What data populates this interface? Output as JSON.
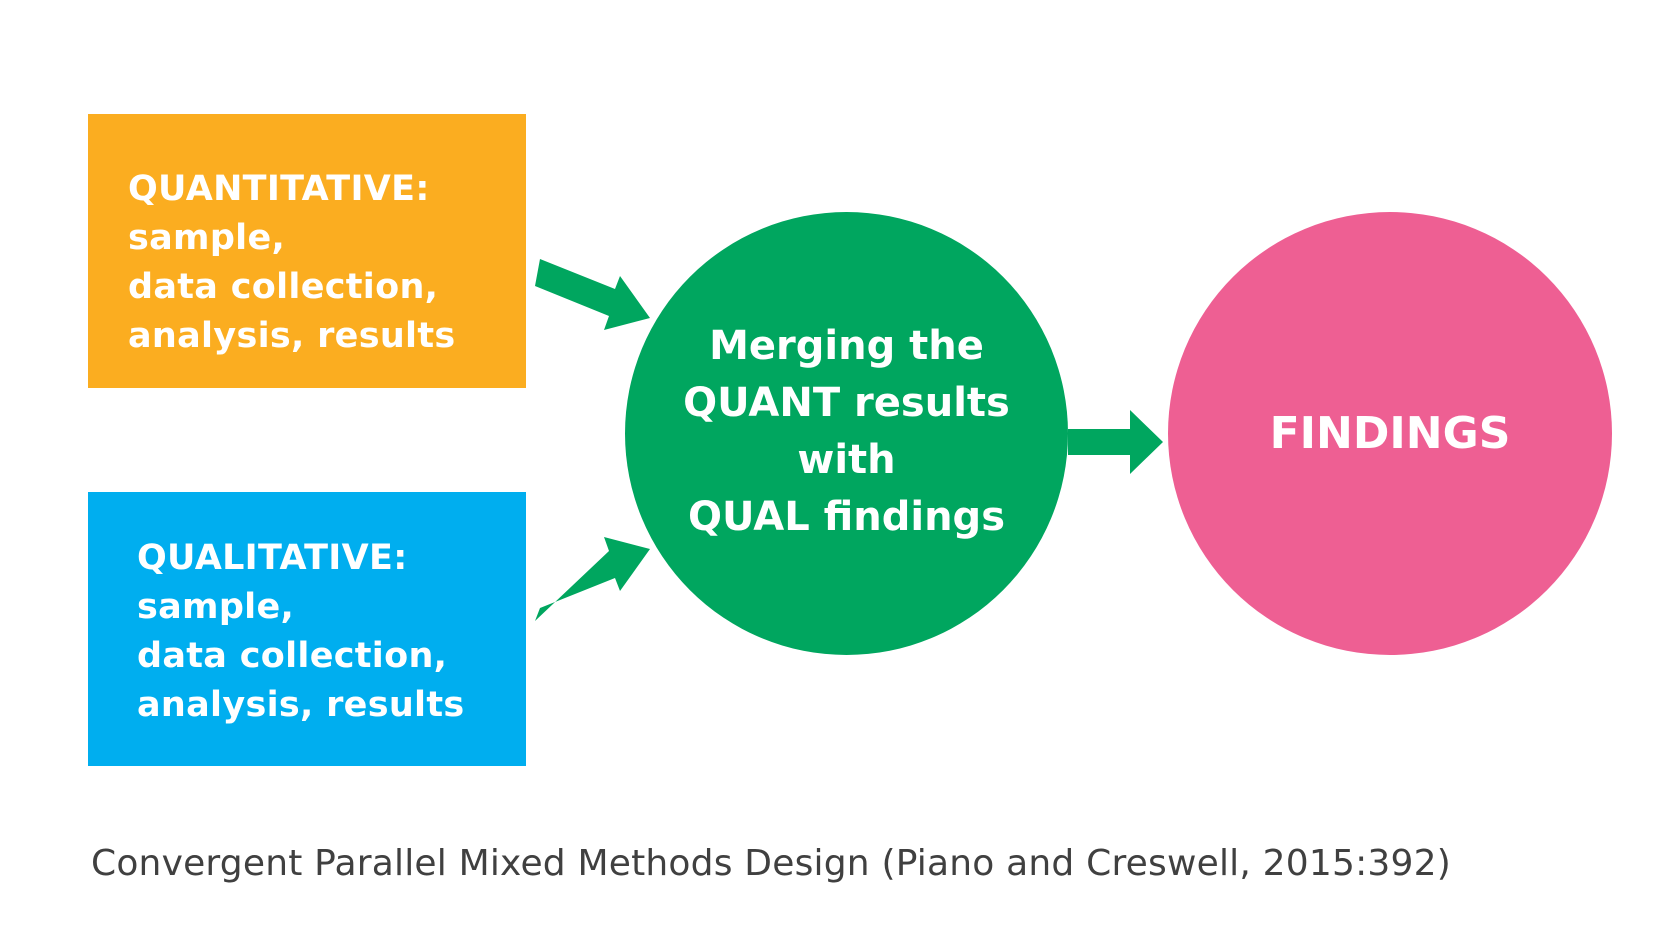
{
  "colors": {
    "quantitative_box": "#FBAD20",
    "qualitative_box": "#00AEEF",
    "merge_circle": "#00A65F",
    "findings_circle": "#EE5F93",
    "arrow": "#00A65F",
    "caption_text": "#404040"
  },
  "quantitative": {
    "title": "QUANTITATIVE:",
    "lines": [
      "sample,",
      "data collection,",
      "analysis, results"
    ]
  },
  "qualitative": {
    "title": "QUALITATIVE:",
    "lines": [
      "sample,",
      "data collection,",
      "analysis, results"
    ]
  },
  "merge": {
    "lines": [
      "Merging the",
      "QUANT results",
      "with",
      "QUAL findings"
    ]
  },
  "findings": {
    "label": "FINDINGS"
  },
  "arrows": [
    {
      "from": "quantitative",
      "to": "merge"
    },
    {
      "from": "qualitative",
      "to": "merge"
    },
    {
      "from": "merge",
      "to": "findings"
    }
  ],
  "caption": "Convergent Parallel Mixed Methods Design (Piano and Creswell, 2015:392)"
}
